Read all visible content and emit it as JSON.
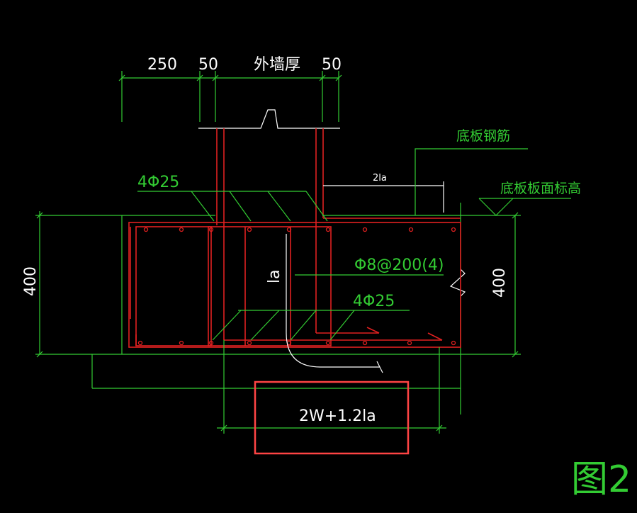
{
  "dims": {
    "top_250": "250",
    "top_50_left": "50",
    "top_wall": "外墙厚",
    "top_50_right": "50",
    "left_400": "400",
    "right_400": "400",
    "anchor_2la": "2la",
    "la_label": "la",
    "bottom_len": "2W+1.2la"
  },
  "callouts": {
    "slab_rebar": "底板钢筋",
    "slab_elev": "底板板面标高",
    "top_bars": "4Φ25",
    "stirrup": "Φ8@200(4)",
    "bottom_bars": "4Φ25"
  },
  "figure_label": "图2",
  "colors": {
    "background": "#000000",
    "dimension": "#33cc33",
    "rebar": "#e02020",
    "outline": "#ffffff",
    "highlight": "#ff4444"
  }
}
